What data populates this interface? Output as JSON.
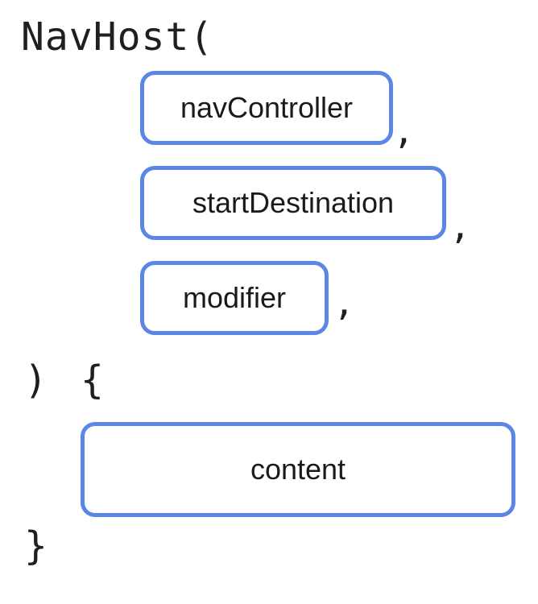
{
  "call": {
    "function_name": "NavHost(",
    "close_paren": ")",
    "open_brace": "{",
    "close_brace": "}"
  },
  "parameters": [
    {
      "label": "navController",
      "separator": ","
    },
    {
      "label": "startDestination",
      "separator": ","
    },
    {
      "label": "modifier",
      "separator": ","
    }
  ],
  "trailing_lambda": {
    "label": "content"
  },
  "colors": {
    "box_border": "#5b86e5",
    "text": "#1a1a1a",
    "background": "#ffffff"
  }
}
